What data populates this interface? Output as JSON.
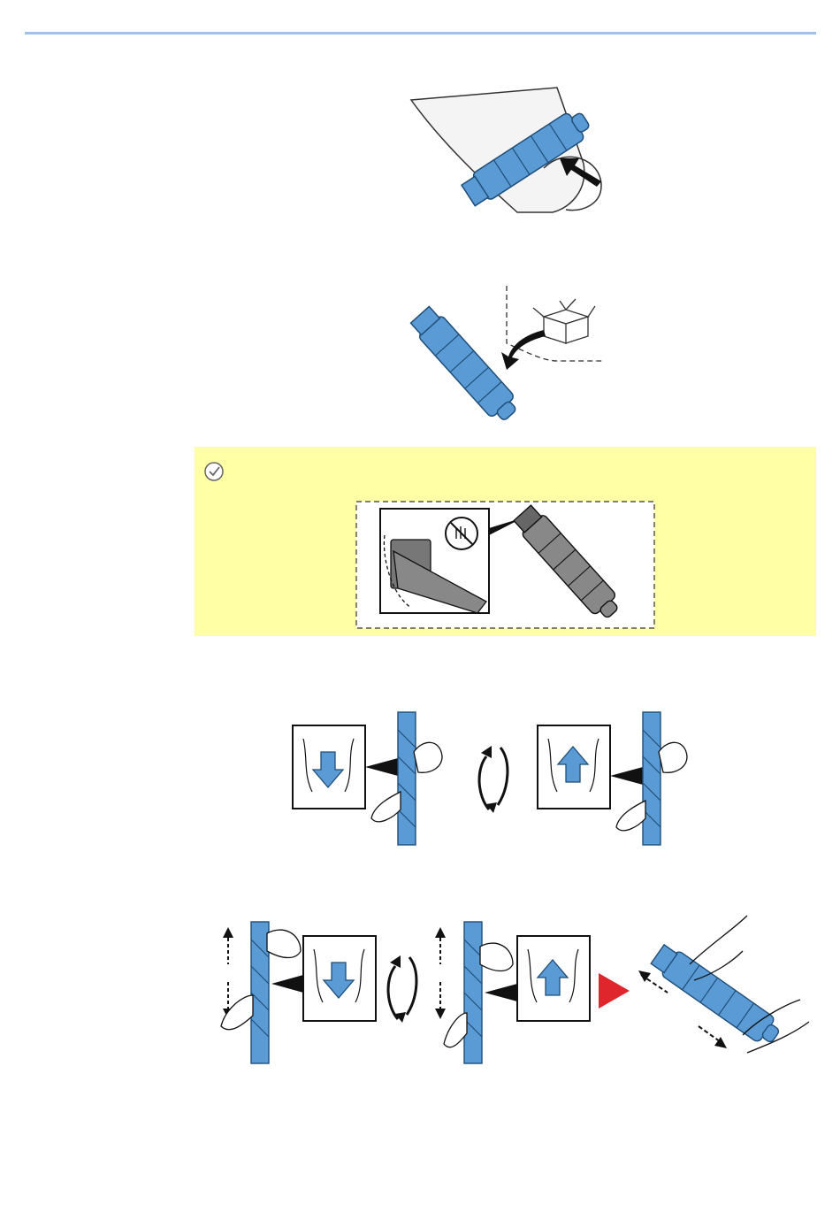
{
  "page": {
    "accent_color": "#9dc3e6",
    "toner_color": "#5b9bd5",
    "note_background": "#ffffa6",
    "arrow_red": "#e0262d"
  },
  "figures": [
    {
      "name": "remove-toner-from-bag",
      "icons": [
        "bag-icon",
        "toner-cartridge-icon",
        "arrow-icon"
      ]
    },
    {
      "name": "toner-out-of-box",
      "icons": [
        "toner-cartridge-icon",
        "box-icon",
        "curved-arrow-icon"
      ]
    },
    {
      "name": "do-not-touch-note",
      "icons": [
        "check-circle-icon",
        "no-touch-hand-icon",
        "toner-cartridge-icon"
      ]
    },
    {
      "name": "shake-vertical",
      "icons": [
        "down-arrow-icon",
        "up-arrow-icon",
        "rotate-icon",
        "hand-icon"
      ]
    },
    {
      "name": "shake-horizontal",
      "icons": [
        "down-arrow-icon",
        "up-arrow-icon",
        "rotate-icon",
        "red-play-arrow-icon",
        "hand-icon"
      ]
    }
  ]
}
